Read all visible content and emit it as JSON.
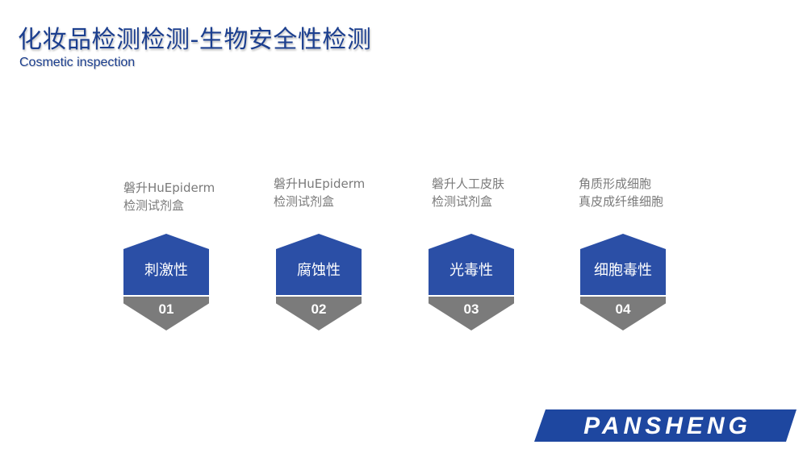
{
  "header": {
    "title": "化妆品检测检测-生物安全性检测",
    "subtitle": "Cosmetic inspection"
  },
  "items": [
    {
      "desc1": "磐升HuEpiderm",
      "desc2": "检测试剂盒",
      "label": "刺激性",
      "number": "01"
    },
    {
      "desc1": "磐升HuEpiderm",
      "desc2": "检测试剂盒",
      "label": "腐蚀性",
      "number": "02"
    },
    {
      "desc1": "磐升人工皮肤",
      "desc2": "检测试剂盒",
      "label": "光毒性",
      "number": "03"
    },
    {
      "desc1": "角质形成细胞",
      "desc2": "真皮成纤维细胞",
      "label": "细胞毒性",
      "number": "04"
    }
  ],
  "logo": {
    "text": "PANSHENG"
  },
  "colors": {
    "primary": "#2b4fa6",
    "secondary": "#7b7b7b",
    "title": "#1c3f8f",
    "logo": "#1e47a0"
  }
}
